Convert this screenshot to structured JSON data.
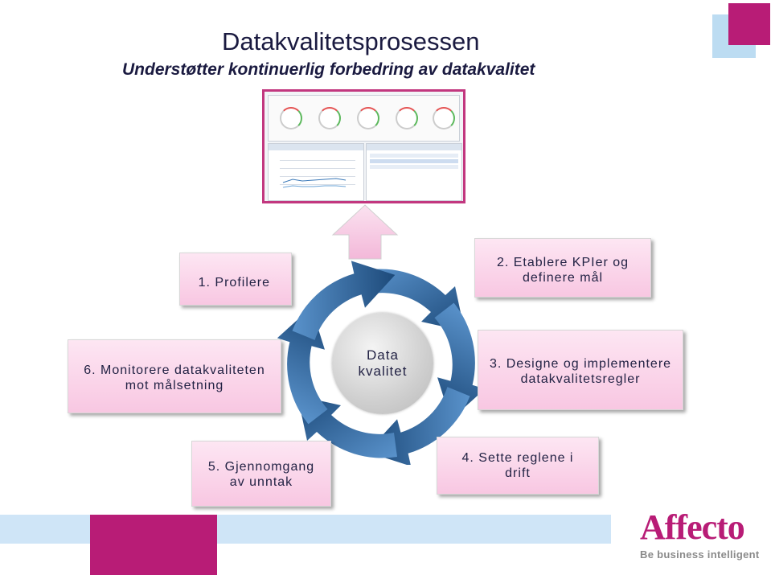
{
  "header": {
    "title": "Datakvalitetsprosessen",
    "subtitle": "Understøtter kontinuerlig forbedring av datakvalitet"
  },
  "colors": {
    "accent_magenta": "#b81c76",
    "light_blue": "#cfe5f7",
    "box_pink": "#f8c7e2",
    "cycle_blue_dark": "#1d4a7a",
    "cycle_blue_light": "#3a78b8"
  },
  "steps": [
    {
      "label": "1. Profilere"
    },
    {
      "label": "2. Etablere KPIer og definere mål"
    },
    {
      "label": "3. Designe og implementere datakvalitetsregler"
    },
    {
      "label": "4. Sette reglene i drift"
    },
    {
      "label": "5. Gjennomgang av unntak"
    },
    {
      "label": "6. Monitorere datakvaliteten mot målsetning"
    }
  ],
  "cycle": {
    "center_line1": "Data",
    "center_line2": "kvalitet"
  },
  "logo": {
    "wordmark": "Affecto",
    "tagline": "Be business intelligent"
  }
}
